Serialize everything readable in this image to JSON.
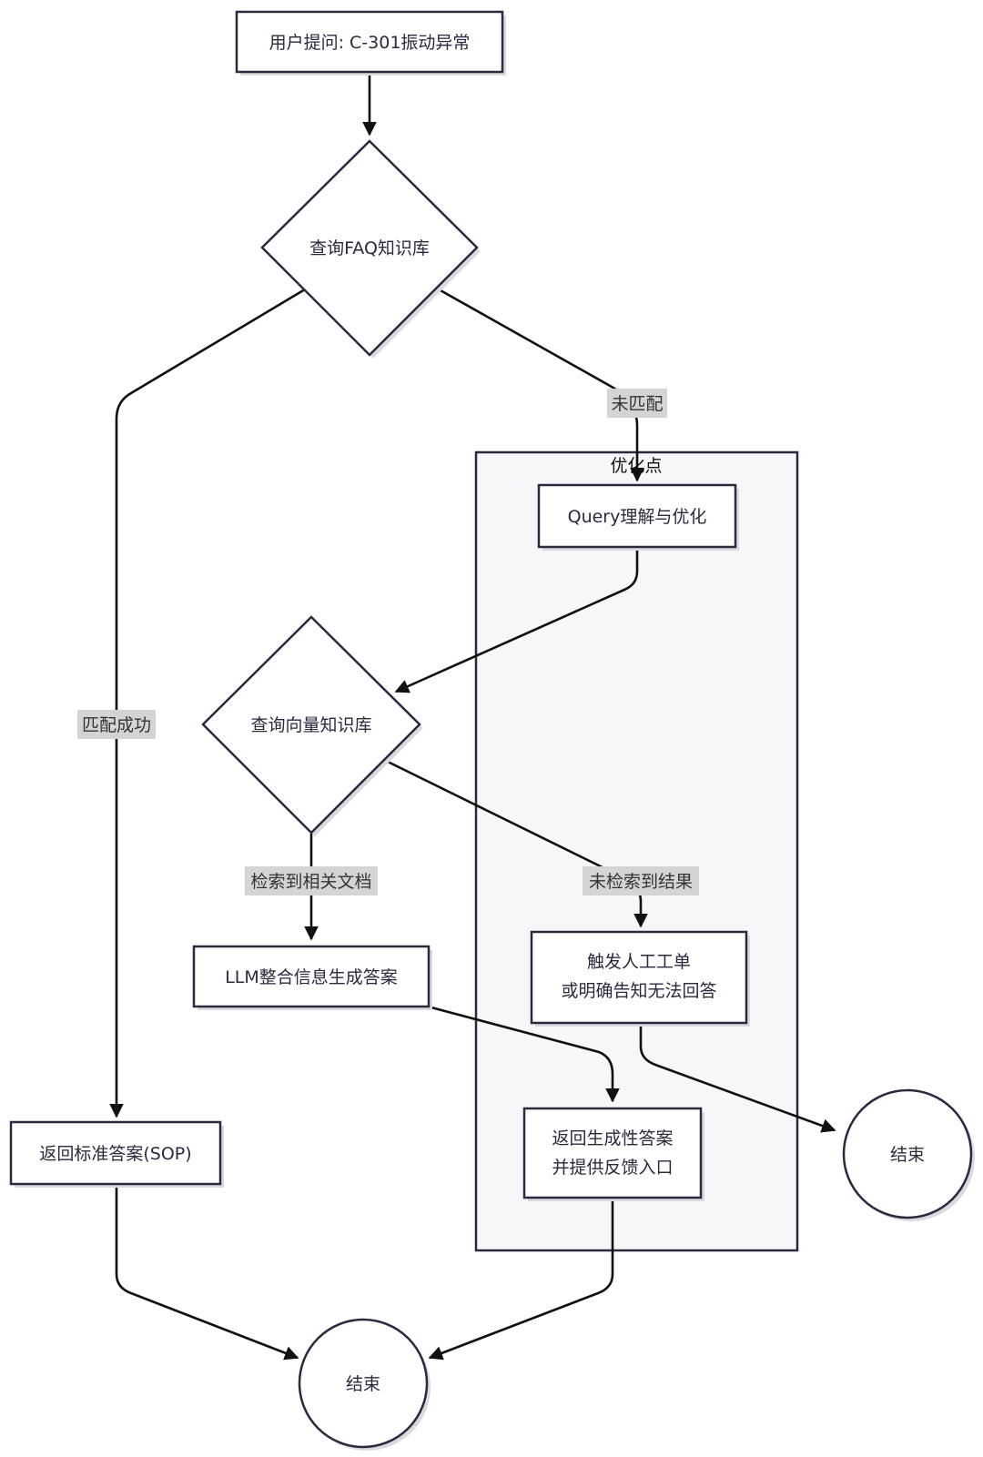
{
  "diagram": {
    "cluster": {
      "title": "优化点"
    },
    "nodes": {
      "start": {
        "label": "用户提问: C-301振动异常"
      },
      "faq": {
        "label": "查询FAQ知识库"
      },
      "query_opt": {
        "label": "Query理解与优化"
      },
      "vector": {
        "label": "查询向量知识库"
      },
      "llm": {
        "label": "LLM整合信息生成答案"
      },
      "ticket": {
        "line1": "触发人工工单",
        "line2": "或明确告知无法回答"
      },
      "gen_answer": {
        "line1": "返回生成性答案",
        "line2": "并提供反馈入口"
      },
      "sop": {
        "label": "返回标准答案(SOP)"
      },
      "end_right": {
        "label": "结束"
      },
      "end_bottom": {
        "label": "结束"
      }
    },
    "edges": {
      "faq_match": {
        "label": "匹配成功"
      },
      "faq_nomatch": {
        "label": "未匹配"
      },
      "vector_found": {
        "label": "检索到相关文档"
      },
      "vector_notfound": {
        "label": "未检索到结果"
      }
    }
  },
  "colors": {
    "node_border": "#2b2a3d",
    "node_fill": "#ffffff",
    "cluster_fill": "#f7f7fa",
    "edge": "#111111",
    "edge_label_bg": "#d4d4d4"
  }
}
